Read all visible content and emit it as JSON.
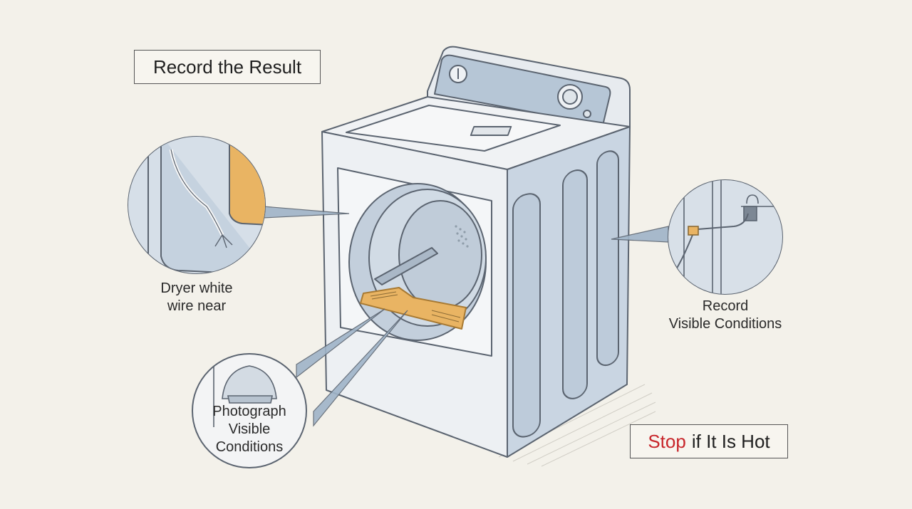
{
  "header": {
    "title": "Record the Result"
  },
  "callouts": {
    "wire": {
      "line1": "Dryer white",
      "line2": "wire near"
    },
    "photo": {
      "line1": "Photograph",
      "line2": "Visible",
      "line3": "Conditions"
    },
    "record": {
      "line1": "Record",
      "line2": "Visible Conditions"
    }
  },
  "warning": {
    "stop_word": "Stop",
    "rest": "if It Is Hot"
  },
  "colors": {
    "background": "#f3f1ea",
    "appliance_blue": "#c5d2e0",
    "accent_orange": "#e9b463",
    "warning_red": "#c8262b"
  },
  "icons": [
    "dryer-illustration",
    "wire-closeup-circle",
    "lint-trap-closeup-circle",
    "rear-panel-closeup-circle"
  ]
}
